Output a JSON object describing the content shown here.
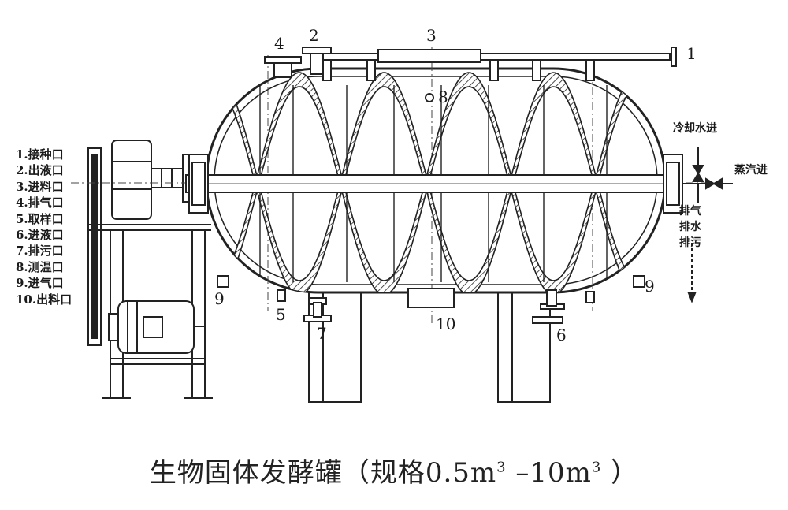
{
  "legend": [
    "1.接种口",
    "2.出液口",
    "3.进料口",
    "4.排气口",
    "5.取样口",
    "6.进液口",
    "7.排污口",
    "8.测温口",
    "9.进气口",
    "10.出料口"
  ],
  "callouts": {
    "n1": "1",
    "n2": "2",
    "n3": "3",
    "n4": "4",
    "n5": "5",
    "n6": "6",
    "n7": "7",
    "n8": "8",
    "n9_left": "9",
    "n9_right": "9",
    "n10": "10"
  },
  "side_labels": {
    "cooling_in": "冷却水进",
    "steam_in": "蒸汽进",
    "exhaust": "排气",
    "drain": "排水",
    "sewage": "排污"
  },
  "caption": {
    "name": "生物固体发酵罐",
    "open": "（",
    "spec": "规格",
    "low": "0.5m",
    "dash": " –",
    "high": "10m",
    "exp": "3",
    "close": " ）"
  }
}
